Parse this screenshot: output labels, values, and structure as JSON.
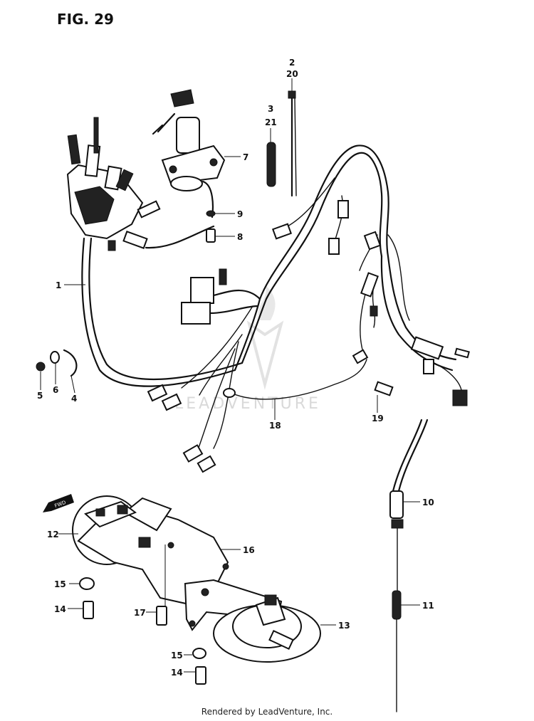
{
  "figure": {
    "title": "FIG. 29"
  },
  "callouts": [
    {
      "id": "c1",
      "label": "1"
    },
    {
      "id": "c2",
      "label": "2"
    },
    {
      "id": "c20",
      "label": "20"
    },
    {
      "id": "c3",
      "label": "3"
    },
    {
      "id": "c21",
      "label": "21"
    },
    {
      "id": "c7",
      "label": "7"
    },
    {
      "id": "c9",
      "label": "9"
    },
    {
      "id": "c8",
      "label": "8"
    },
    {
      "id": "c5",
      "label": "5"
    },
    {
      "id": "c6",
      "label": "6"
    },
    {
      "id": "c4",
      "label": "4"
    },
    {
      "id": "c18",
      "label": "18"
    },
    {
      "id": "c19",
      "label": "19"
    },
    {
      "id": "c10",
      "label": "10"
    },
    {
      "id": "c11",
      "label": "11"
    },
    {
      "id": "c12",
      "label": "12"
    },
    {
      "id": "c16",
      "label": "16"
    },
    {
      "id": "c15a",
      "label": "15"
    },
    {
      "id": "c14a",
      "label": "14"
    },
    {
      "id": "c17",
      "label": "17"
    },
    {
      "id": "c13",
      "label": "13"
    },
    {
      "id": "c15b",
      "label": "15"
    },
    {
      "id": "c14b",
      "label": "14"
    }
  ],
  "front_arrow": {
    "label": "FWD"
  },
  "watermark": {
    "text": "LEADVENTURE"
  },
  "footer": {
    "text": "Rendered by LeadVenture, Inc."
  }
}
